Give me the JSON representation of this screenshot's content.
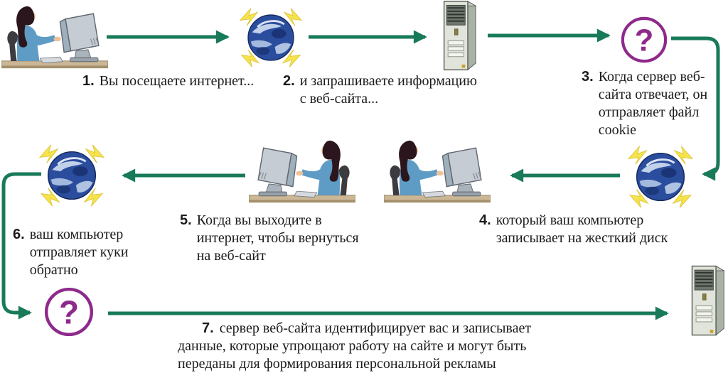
{
  "colors": {
    "arrow_green": "#187a58",
    "question_purple": "#8e2a8b",
    "globe_blue": "#2a4d9e",
    "lightning_yellow": "#f6e34c",
    "text": "#1b1b1b",
    "background": "#ffffff"
  },
  "icons": {
    "user_computer": "woman-at-computer-icon",
    "internet": "globe-with-lightning-icon",
    "web_server": "server-tower-icon",
    "website_unknown": "question-mark-circle-icon",
    "flow_arrow": "green-arrow"
  },
  "steps": [
    {
      "number": "1.",
      "text": "Вы посещаете интернет..."
    },
    {
      "number": "2.",
      "text": "и запрашиваете информацию\nс веб-сайта..."
    },
    {
      "number": "3.",
      "text": "Когда сервер веб-\nсайта отвечает, он\nотправляет файл\ncookie"
    },
    {
      "number": "4.",
      "text": "который ваш компьютер\nзаписывает на жесткий диск"
    },
    {
      "number": "5.",
      "text": "Когда вы выходите в\nинтернет, чтобы вернуться\nна веб-сайт"
    },
    {
      "number": "6.",
      "text": "ваш компьютер\nотправляет куки\nобратно"
    },
    {
      "number": "7.",
      "text": "сервер веб-сайта идентифицирует вас и записывает\nданные, которые упрощают работу на сайте и могут быть\nпереданы для формирования персональной рекламы"
    }
  ]
}
